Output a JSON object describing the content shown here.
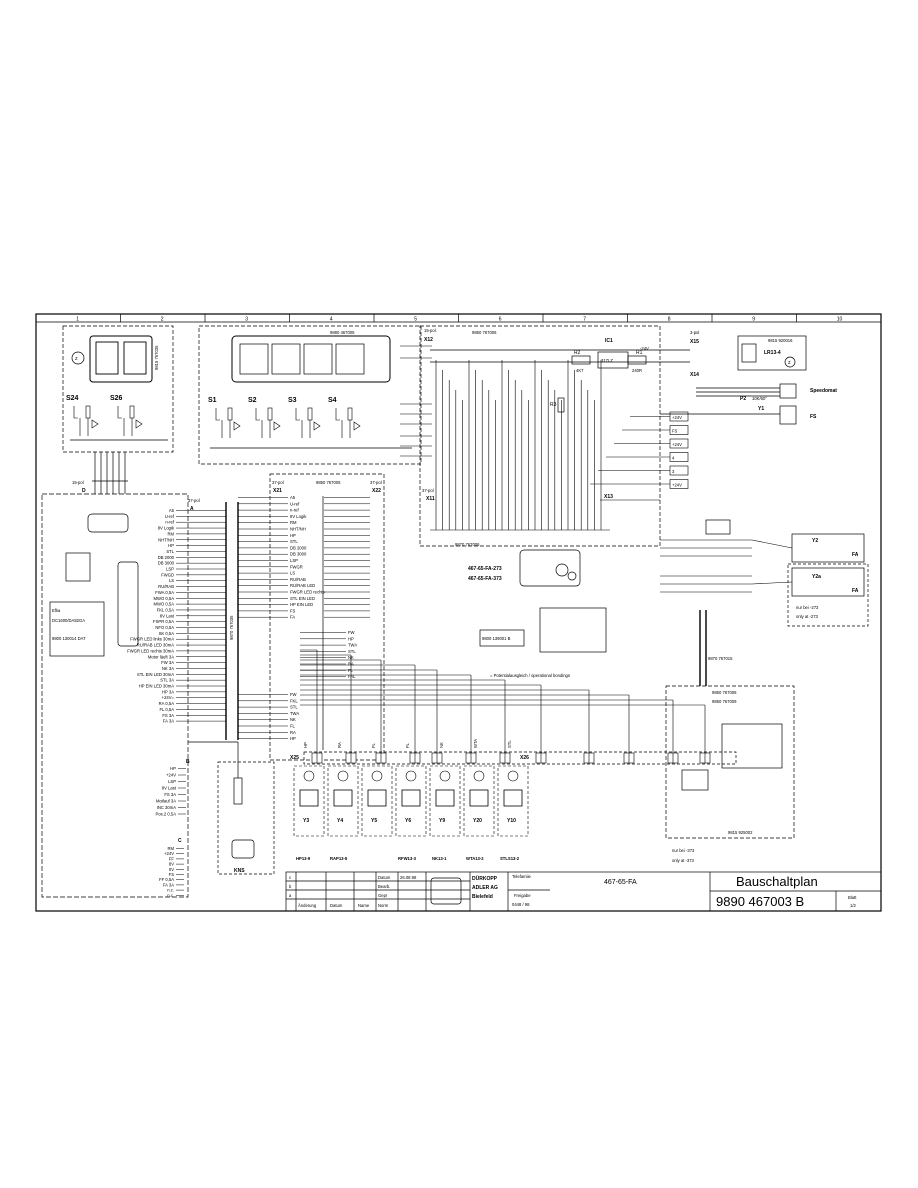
{
  "columns": [
    "1",
    "2",
    "3",
    "4",
    "5",
    "6",
    "7",
    "8",
    "9",
    "10"
  ],
  "title_block": {
    "company": [
      "DÜRKOPP",
      "ADLER AG",
      "Bielefeld"
    ],
    "model": "467-65-FA",
    "title": "Bauschaltplan",
    "drawing_no": "9890 467003 B",
    "sheet_label": "Blatt",
    "sheet_value": "1/2",
    "datum_label": "Datum",
    "datum_value": "26.08.98",
    "bearb_label": "Bearb.",
    "gepr_label": "Gepr",
    "norm_label": "Norm",
    "telefamiie": "Telefamiie",
    "freigabe_label": "Freigabe",
    "freigabe_value": "0448 / 98",
    "rev_cols": [
      "Änderung",
      "Datum",
      "Name"
    ],
    "rev_rows": [
      "c",
      "b",
      "a"
    ]
  },
  "panels": {
    "top_center_ref": "9880 467005",
    "right_ref": "9850 767006",
    "x21_ref": "9850 767005",
    "x12_header": "15-pol.",
    "x12": "X12",
    "x15_header": "3-pol",
    "x15": "X15",
    "x14": "X14",
    "x21_pol": "37-pol",
    "x21": "X21",
    "x22_pol": "37-pol",
    "x22": "X22",
    "x11_pol": "37-pol",
    "x11": "X11",
    "x13": "X13",
    "a_pol": "37-pol",
    "a": "A",
    "d_pol": "15-pol",
    "d": "D",
    "b": "B",
    "c": "C",
    "x25": "X25",
    "x26": "X26",
    "cable_ref": "9870 767006",
    "bottom_cable_ref": "9870 767015",
    "vert_ref_left": "9870 767035",
    "lr_ref": "9815 920016",
    "lr_label": "LR13-4",
    "ic1": "IC1",
    "ic1_part": "317LZ",
    "r2": "R2",
    "r2_val": "4K7",
    "r1": "R1",
    "r1_val": "240R",
    "r3": "R3",
    "p2": "P2",
    "p2_val": "10K/60°",
    "y1": "Y1",
    "minus24": "-24V",
    "speedomat": "Speedomat",
    "fs": "FS",
    "fa": "FA",
    "y2": "Y2",
    "y2a": "Y2a",
    "nur_273": "nur bei -273",
    "only_273": "only at -273",
    "nur_373": "nur bei -373",
    "only_373": "only at -373",
    "ref_9850_767008": "9850 767008",
    "ref_9850_767009": "9850 767009",
    "ref_9815_925002": "9815 925002",
    "variant_a": "467-65-FA-273",
    "variant_b": "467-65-FA-373",
    "bond_note": "= Potentialausgleich / operational bondings",
    "ref_9800": "9800 139001 B",
    "efka_title": "Efka",
    "efka_model": "DC1600/DA82GA",
    "efka_ref": "9800 130014 DAT",
    "kns": "KNS",
    "ref_9815_left": "9815 767035"
  },
  "switches_left": [
    "S24",
    "S26"
  ],
  "switches_mid": [
    "S1",
    "S2",
    "S3",
    "S4"
  ],
  "a_labels": [
    "A5",
    "U-ref",
    "n-ref",
    "8V Logik",
    "RM",
    "NHT/NH",
    "HP",
    "STL",
    "DB 2000",
    "DB 3000",
    "LSP",
    "FWGD",
    "LS",
    "RU/RAB",
    "FWA 0,5A",
    "MWO 0,5A",
    "MWO 0,5A",
    "FKL 0,5A",
    "8V Last",
    "FSPR 0,5A",
    "NFO 0,5A",
    "SK 0,5A",
    "FWGR LED links 30mA",
    "RU/RAB LED 30mA",
    "FWGR LED rechts 30mA",
    "Motor läuft 3A",
    "FW 3A",
    "NK 3A",
    "STL EIN LED 30mA",
    "STL 3A",
    "HP EIN LED 30mA",
    "HP 3A",
    "+24V=",
    "RA 0,5A",
    "FL 0,5A",
    "FS 3A",
    "FA 3A"
  ],
  "x21_labels": [
    "A5",
    "U-ref",
    "n-ref",
    "8V Logik",
    "RM",
    "NHT/NH",
    "HP",
    "STL",
    "DB 2000",
    "DB 3000",
    "LSP",
    "FWGR",
    "LS",
    "RU/RAB",
    "RU/RAB LED",
    "FWGR LED rechts",
    "STL EIN LED",
    "HP EIN LED",
    "FS",
    "FA"
  ],
  "x22_labels": [
    "FW",
    "HP",
    "TWA",
    "STL",
    "NK",
    "RA",
    "FL",
    "FAL"
  ],
  "x21_bottom_labels": [
    "FW",
    "FKL",
    "STL",
    "TWA",
    "NK",
    "FL",
    "RA",
    "HP"
  ],
  "b_labels": [
    "HP",
    "+24V",
    "LSP",
    "8V Last",
    "FS 3A",
    "Motlauf 3A",
    "INC 30mA",
    "Pos.2 0,5A"
  ],
  "c_labels": [
    "RM",
    "+24V",
    "FF",
    "8V",
    "0V",
    "FS",
    "FF 0,5A",
    "FA 3A",
    "n.c.",
    "n.c."
  ],
  "valves": [
    {
      "id": "Y3",
      "name": "HP13-9",
      "sig": "HP"
    },
    {
      "id": "Y4",
      "name": "RAP13-5",
      "sig": "RA"
    },
    {
      "id": "Y5",
      "name": "",
      "sig": "FL"
    },
    {
      "id": "Y6",
      "name": "RFW13-3",
      "sig": "FL"
    },
    {
      "id": "Y9",
      "name": "NK13-1",
      "sig": "NK"
    },
    {
      "id": "Y20",
      "name": "WTA13-2",
      "sig": "WTA"
    },
    {
      "id": "Y10",
      "name": "STLS13-2",
      "sig": "STL"
    }
  ],
  "x13_boxes": [
    "+24V",
    "FS",
    "+24V",
    "4",
    "3",
    "+24V"
  ],
  "colors": {
    "ink": "#000000",
    "paper": "#ffffff"
  }
}
